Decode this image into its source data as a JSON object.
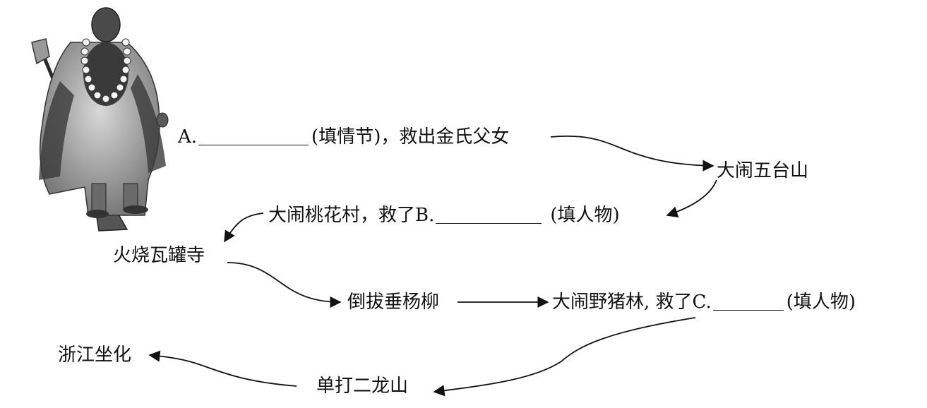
{
  "nodes": {
    "a": {
      "prefix": "A.",
      "suffix": "(填情节)，救出金氏父女"
    },
    "wutaishan": "大闹五台山",
    "b": {
      "prefix": "大闹桃花村，救了B.",
      "suffix": "(填人物)"
    },
    "wagusi": "火烧瓦罐寺",
    "daoba": "倒拔垂杨柳",
    "c": {
      "prefix": "大闹野猪林, 救了C.",
      "suffix": "(填人物)"
    },
    "erlongshan": "单打二龙山",
    "zhejiang": "浙江坐化"
  },
  "figure": {
    "icon": "monk-with-staff-illustration"
  }
}
